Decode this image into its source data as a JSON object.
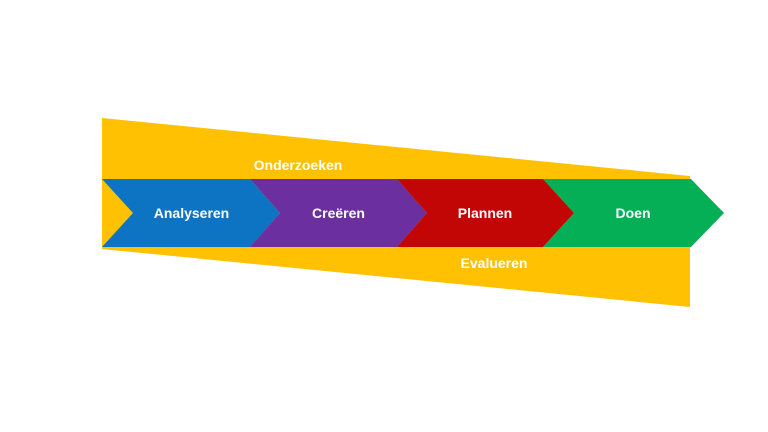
{
  "slide": {
    "background_color": "#FFFFFF"
  },
  "diagram": {
    "band": {
      "color": "#FFC102",
      "top_label": "Onderzoeken",
      "bottom_label": "Evalueren"
    },
    "label_color": "#FFFFFF",
    "steps": [
      {
        "label": "Analyseren",
        "color": "#0D74C4"
      },
      {
        "label": "Creëren",
        "color": "#6B2FA0"
      },
      {
        "label": "Plannen",
        "color": "#C20505"
      },
      {
        "label": "Doen",
        "color": "#05AF55"
      }
    ]
  }
}
